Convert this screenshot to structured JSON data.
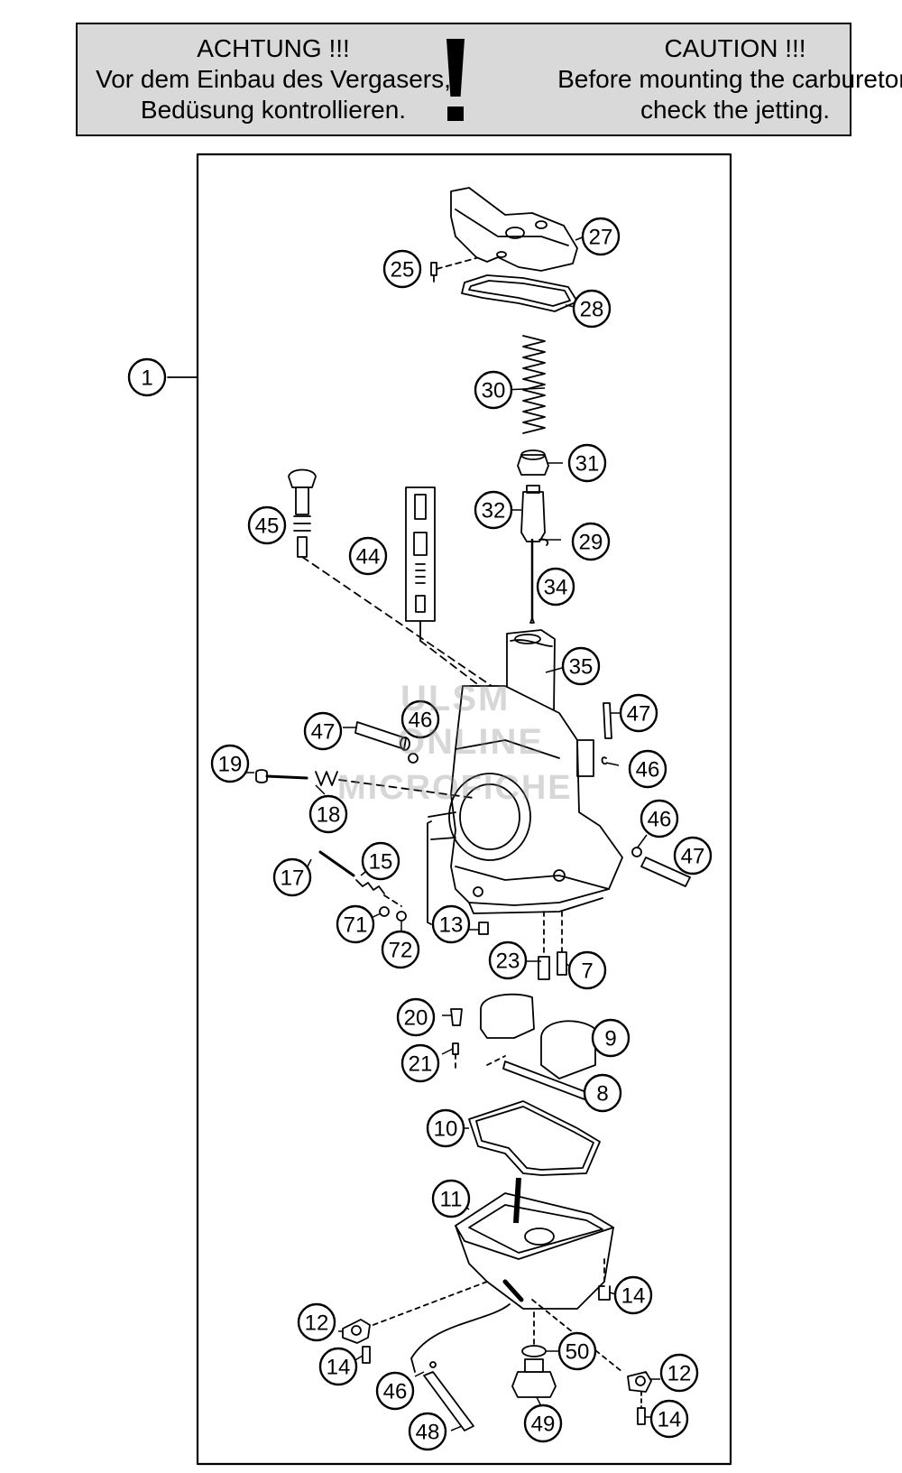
{
  "warning": {
    "de": [
      "ACHTUNG !!!",
      "Vor dem Einbau des Vergasers,",
      "Bedüsung kontrollieren."
    ],
    "en": [
      "CAUTION !!!",
      "Before mounting the carburetor,",
      "check the jetting."
    ]
  },
  "watermark": [
    "ULSM",
    "ONLINE",
    "MICROFICHE"
  ],
  "callouts": [
    {
      "id": "c1",
      "label": "1"
    },
    {
      "id": "c27",
      "label": "27"
    },
    {
      "id": "c25",
      "label": "25"
    },
    {
      "id": "c28",
      "label": "28"
    },
    {
      "id": "c30",
      "label": "30"
    },
    {
      "id": "c31",
      "label": "31"
    },
    {
      "id": "c32",
      "label": "32"
    },
    {
      "id": "c29",
      "label": "29"
    },
    {
      "id": "c34",
      "label": "34"
    },
    {
      "id": "c45",
      "label": "45"
    },
    {
      "id": "c44",
      "label": "44"
    },
    {
      "id": "c35",
      "label": "35"
    },
    {
      "id": "c47a",
      "label": "47"
    },
    {
      "id": "c46a",
      "label": "46"
    },
    {
      "id": "c47b",
      "label": "47"
    },
    {
      "id": "c46b",
      "label": "46"
    },
    {
      "id": "c19",
      "label": "19"
    },
    {
      "id": "c18",
      "label": "18"
    },
    {
      "id": "c46c",
      "label": "46"
    },
    {
      "id": "c47c",
      "label": "47"
    },
    {
      "id": "c17",
      "label": "17"
    },
    {
      "id": "c15",
      "label": "15"
    },
    {
      "id": "c71",
      "label": "71"
    },
    {
      "id": "c72",
      "label": "72"
    },
    {
      "id": "c13",
      "label": "13"
    },
    {
      "id": "c23",
      "label": "23"
    },
    {
      "id": "c7",
      "label": "7"
    },
    {
      "id": "c20",
      "label": "20"
    },
    {
      "id": "c9",
      "label": "9"
    },
    {
      "id": "c21",
      "label": "21"
    },
    {
      "id": "c8",
      "label": "8"
    },
    {
      "id": "c10",
      "label": "10"
    },
    {
      "id": "c11",
      "label": "11"
    },
    {
      "id": "c14a",
      "label": "14"
    },
    {
      "id": "c12a",
      "label": "12"
    },
    {
      "id": "c14b",
      "label": "14"
    },
    {
      "id": "c50",
      "label": "50"
    },
    {
      "id": "c46d",
      "label": "46"
    },
    {
      "id": "c12b",
      "label": "12"
    },
    {
      "id": "c14c",
      "label": "14"
    },
    {
      "id": "c48",
      "label": "48"
    },
    {
      "id": "c49",
      "label": "49"
    }
  ]
}
